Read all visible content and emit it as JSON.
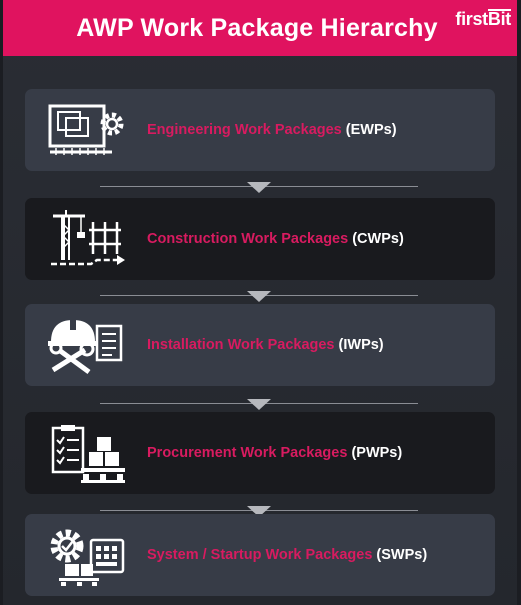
{
  "header": {
    "title": "AWP Work Package Hierarchy",
    "logo_text_1": "first",
    "logo_text_2": "Bit",
    "accent_color": "#e0135f"
  },
  "packages": [
    {
      "name": "Engineering Work Packages",
      "abbr": "(EWPs)",
      "icon": "blueprint-gear-icon"
    },
    {
      "name": "Construction Work Packages",
      "abbr": "(CWPs)",
      "icon": "crane-scaffold-icon"
    },
    {
      "name": "Installation Work Packages",
      "abbr": "(IWPs)",
      "icon": "hardhat-wrench-checklist-icon"
    },
    {
      "name": "Procurement Work Packages",
      "abbr": "(PWPs)",
      "icon": "checklist-pallet-icon"
    },
    {
      "name": "System / Startup Work Packages",
      "abbr": "(SWPs)",
      "icon": "gear-control-panel-icon"
    }
  ]
}
